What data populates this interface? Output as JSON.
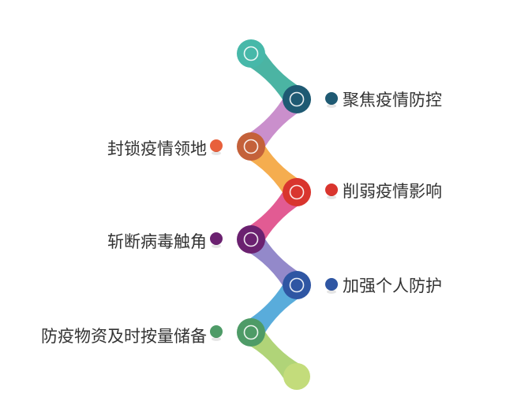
{
  "diagram": {
    "nodes": [
      {
        "color": "#47b8a9",
        "label": ""
      },
      {
        "color": "#1f5a73",
        "label": "聚焦疫情防控",
        "side": "right"
      },
      {
        "color": "#c4613a",
        "label": "封锁疫情领地",
        "side": "left"
      },
      {
        "color": "#d9352e",
        "label": "削弱疫情影响",
        "side": "right"
      },
      {
        "color": "#6b2170",
        "label": "斩断病毒触角",
        "side": "left"
      },
      {
        "color": "#2f56a3",
        "label": "加强个人防护",
        "side": "right"
      },
      {
        "color": "#4e9b67",
        "label": "防疫物资及时按量储备",
        "side": "left"
      },
      {
        "color": "#c3dc7b",
        "label": ""
      }
    ],
    "connector_colors": [
      "#3cae9b",
      "#c586c8",
      "#f4a640",
      "#e04d8a",
      "#8a7fc5",
      "#4ba5d8",
      "#a9d06d"
    ],
    "dot_colors": [
      "#1f5a73",
      "#e8603c",
      "#d9352e",
      "#6b2170",
      "#2f56a3",
      "#4e9b67"
    ]
  }
}
